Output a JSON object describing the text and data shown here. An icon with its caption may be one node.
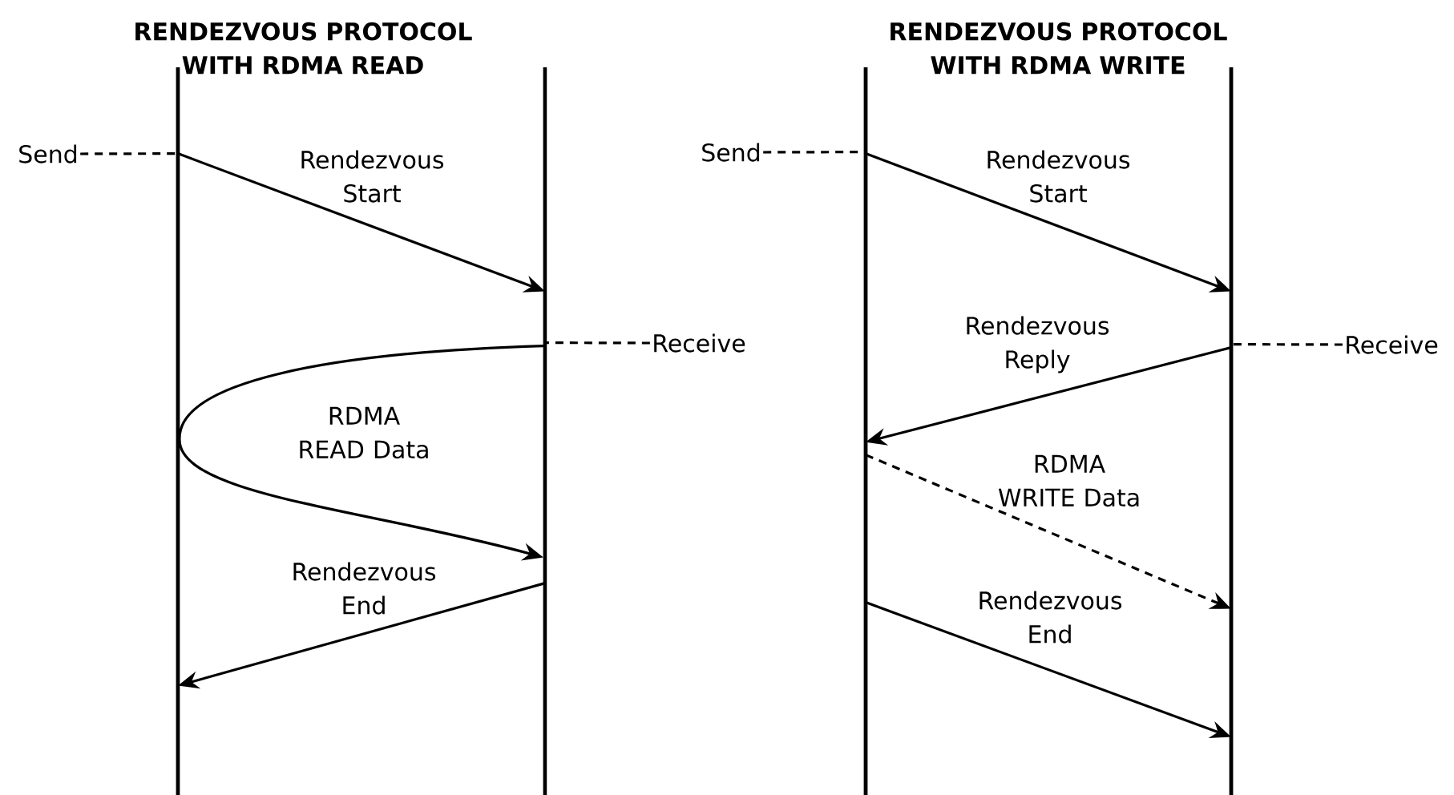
{
  "diagram": {
    "nodes": [
      {
        "text": [],
        "shape": "bar"
      },
      {
        "text": [],
        "shape": "bar"
      },
      {
        "text": [
          "Send"
        ]
      },
      {
        "text": [
          "Receive"
        ]
      },
      {
        "text": [],
        "shape": "bar"
      },
      {
        "text": [],
        "shape": "bar"
      },
      {
        "text": [
          "Send"
        ]
      },
      {
        "text": [
          "Receive"
        ]
      }
    ],
    "edges": [
      {
        "from": 2,
        "to": 0,
        "arrow": "none",
        "style": "dashed"
      },
      {
        "from": 0,
        "to": 1,
        "arrow": "to",
        "label": "Rendezvous Start"
      },
      {
        "from": 3,
        "to": 1,
        "arrow": "none",
        "style": "dashed"
      },
      {
        "from": 1,
        "to": 1,
        "arrow": "to",
        "label": "RDMA READ Data"
      },
      {
        "from": 1,
        "to": 0,
        "arrow": "to",
        "label": "Rendezvous End"
      },
      {
        "from": 6,
        "to": 4,
        "arrow": "none",
        "style": "dashed"
      },
      {
        "from": 4,
        "to": 5,
        "arrow": "to",
        "label": "Rendezvous Start"
      },
      {
        "from": 7,
        "to": 5,
        "arrow": "none",
        "style": "dashed"
      },
      {
        "from": 5,
        "to": 4,
        "arrow": "to",
        "label": "Rendezvous Reply"
      },
      {
        "from": 4,
        "to": 5,
        "arrow": "to",
        "style": "dashed",
        "label": "RDMA WRITE Data"
      },
      {
        "from": 4,
        "to": 5,
        "arrow": "to",
        "label": "Rendezvous End"
      }
    ],
    "labels": [
      "RENDEZVOUS PROTOCOL WITH RDMA READ",
      "RENDEZVOUS PROTOCOL WITH RDMA WRITE"
    ]
  }
}
